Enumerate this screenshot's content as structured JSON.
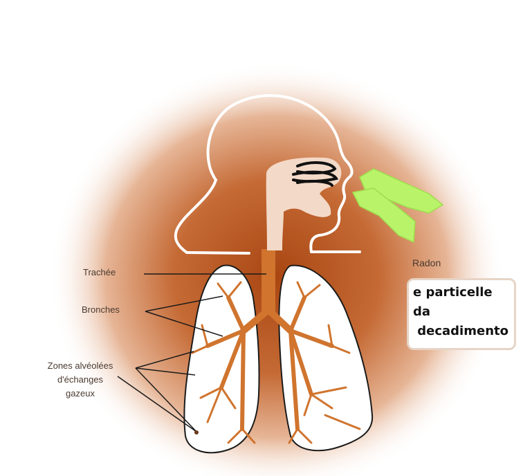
{
  "labels": {
    "trachea": "Trachée",
    "bronchi": "Bronches",
    "alveolar_zones": [
      "Zones alvéolées",
      "d'échanges",
      "gazeux"
    ],
    "radon": "Radon"
  },
  "callout": {
    "lines": [
      "e particelle",
      "da",
      " decadimento"
    ]
  },
  "colors": {
    "halo_center": "#b5531c",
    "halo_edge": "#ffffff",
    "airway": "#d0742e",
    "outline": "#1a1a1a",
    "head_outline": "#ffffff",
    "nasal_turbinates": "#111111",
    "radon_cloud": "#b8f36a",
    "callout_border": "#e6d4c6",
    "text": "#4a3a30"
  }
}
